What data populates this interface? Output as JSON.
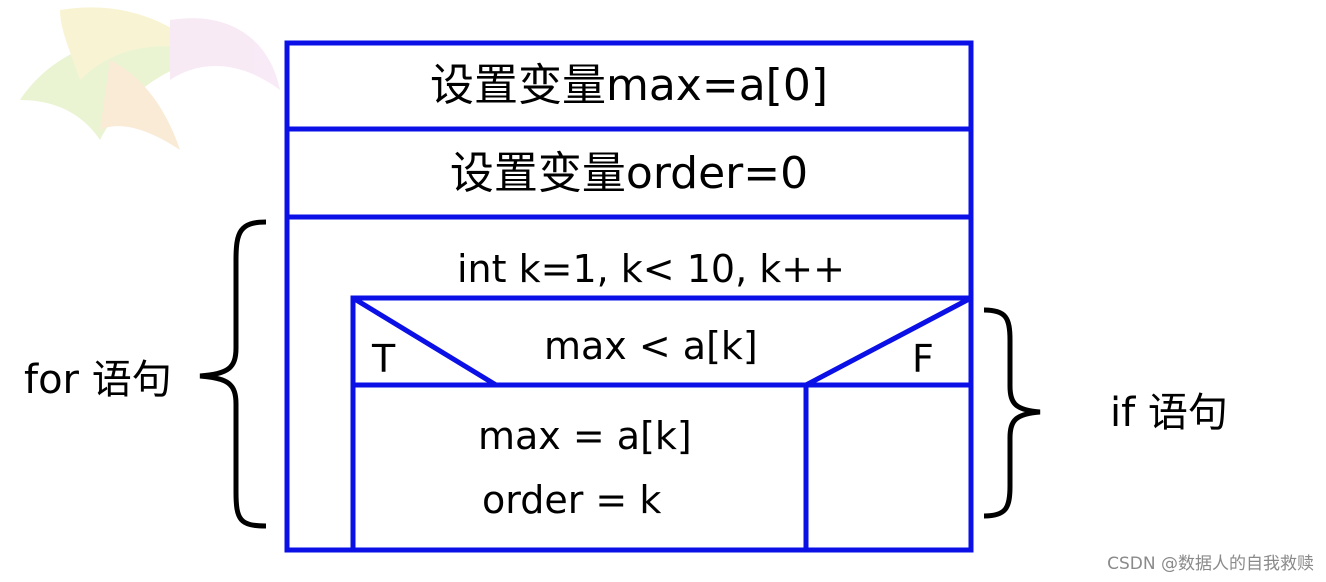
{
  "diagram": {
    "rows": {
      "row1": "设置变量max=a[0]",
      "row2": "设置变量order=0",
      "loop_header": "int  k=1, k< 10, k++"
    },
    "if_block": {
      "condition": "max < a[k]",
      "true_label": "T",
      "false_label": "F",
      "true_branch_line1": "max = a[k]",
      "true_branch_line2": "order = k"
    },
    "annotations": {
      "for_label": "for 语句",
      "if_label": "if  语句"
    }
  },
  "watermark": "CSDN @数据人的自我救赎",
  "colors": {
    "border": "#0a10e6",
    "text": "#000000",
    "brace": "#000000"
  }
}
